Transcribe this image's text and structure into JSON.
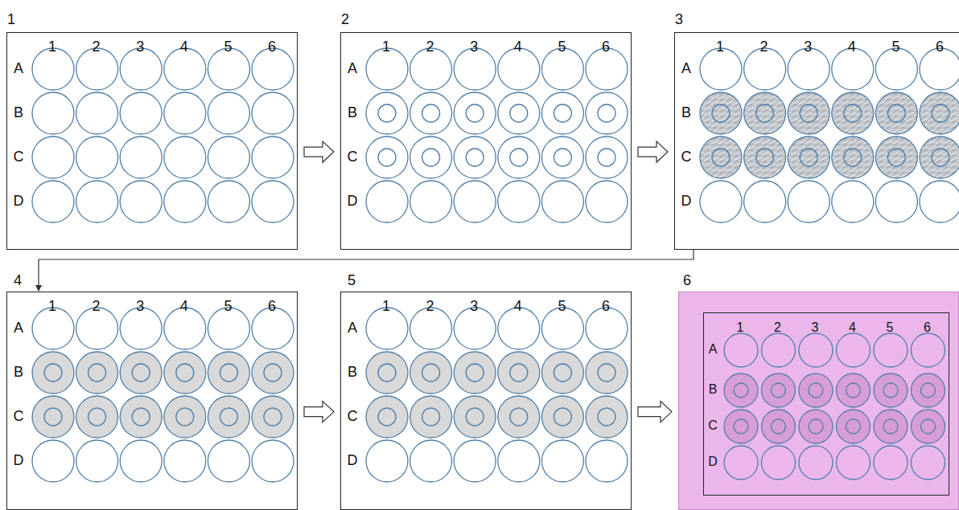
{
  "diagram": {
    "nodes": [
      {
        "text": [
          "1"
        ]
      },
      {
        "text": [
          "2"
        ]
      },
      {
        "text": [
          "3"
        ]
      },
      {
        "text": [
          "4"
        ]
      },
      {
        "text": [
          "5"
        ]
      },
      {
        "text": [
          "6"
        ]
      }
    ],
    "edges": [
      {
        "from": 0,
        "to": 1,
        "arrow": "to"
      },
      {
        "from": 1,
        "to": 2,
        "arrow": "to"
      },
      {
        "from": 2,
        "to": 3,
        "arrow": "to"
      },
      {
        "from": 3,
        "to": 4,
        "arrow": "to"
      },
      {
        "from": 4,
        "to": 5,
        "arrow": "to"
      }
    ],
    "labels": [
      "1",
      "2",
      "3",
      "4",
      "5",
      "6",
      "A",
      "B",
      "C",
      "D",
      "1",
      "2",
      "3",
      "4",
      "5",
      "6",
      "A",
      "B",
      "C",
      "D",
      "1",
      "2",
      "3",
      "4",
      "5",
      "6",
      "A",
      "B",
      "C",
      "D",
      "1",
      "2",
      "3",
      "4",
      "5",
      "6",
      "A",
      "B",
      "C",
      "D",
      "1",
      "2",
      "3",
      "4",
      "5",
      "6",
      "A",
      "B",
      "C",
      "D",
      "1",
      "2",
      "3",
      "4",
      "5",
      "6",
      "A",
      "B",
      "C",
      "D"
    ]
  }
}
